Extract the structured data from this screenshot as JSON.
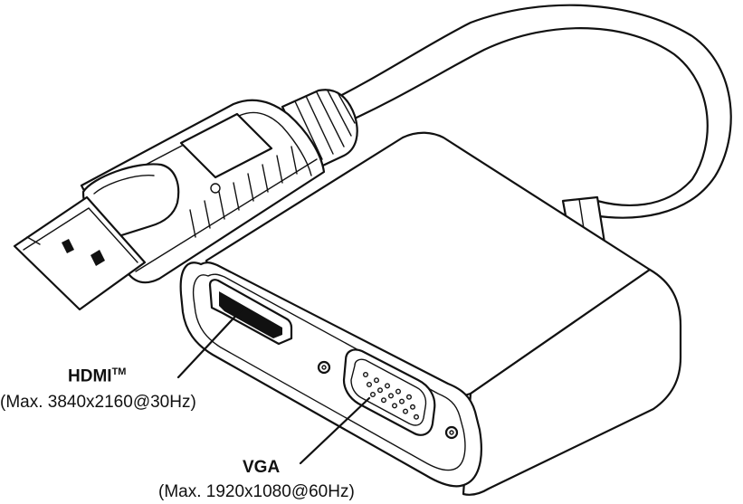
{
  "labels": {
    "hdmi": {
      "name": "HDMI",
      "trademark": "TM",
      "spec": "(Max. 3840x2160@30Hz)"
    },
    "vga": {
      "name": "VGA",
      "spec": "(Max. 1920x1080@60Hz)"
    }
  },
  "icons": [
    "displayport-connector-icon",
    "hdmi-port-icon",
    "vga-port-icon"
  ],
  "colors": {
    "ink": "#111111",
    "background": "#ffffff"
  }
}
